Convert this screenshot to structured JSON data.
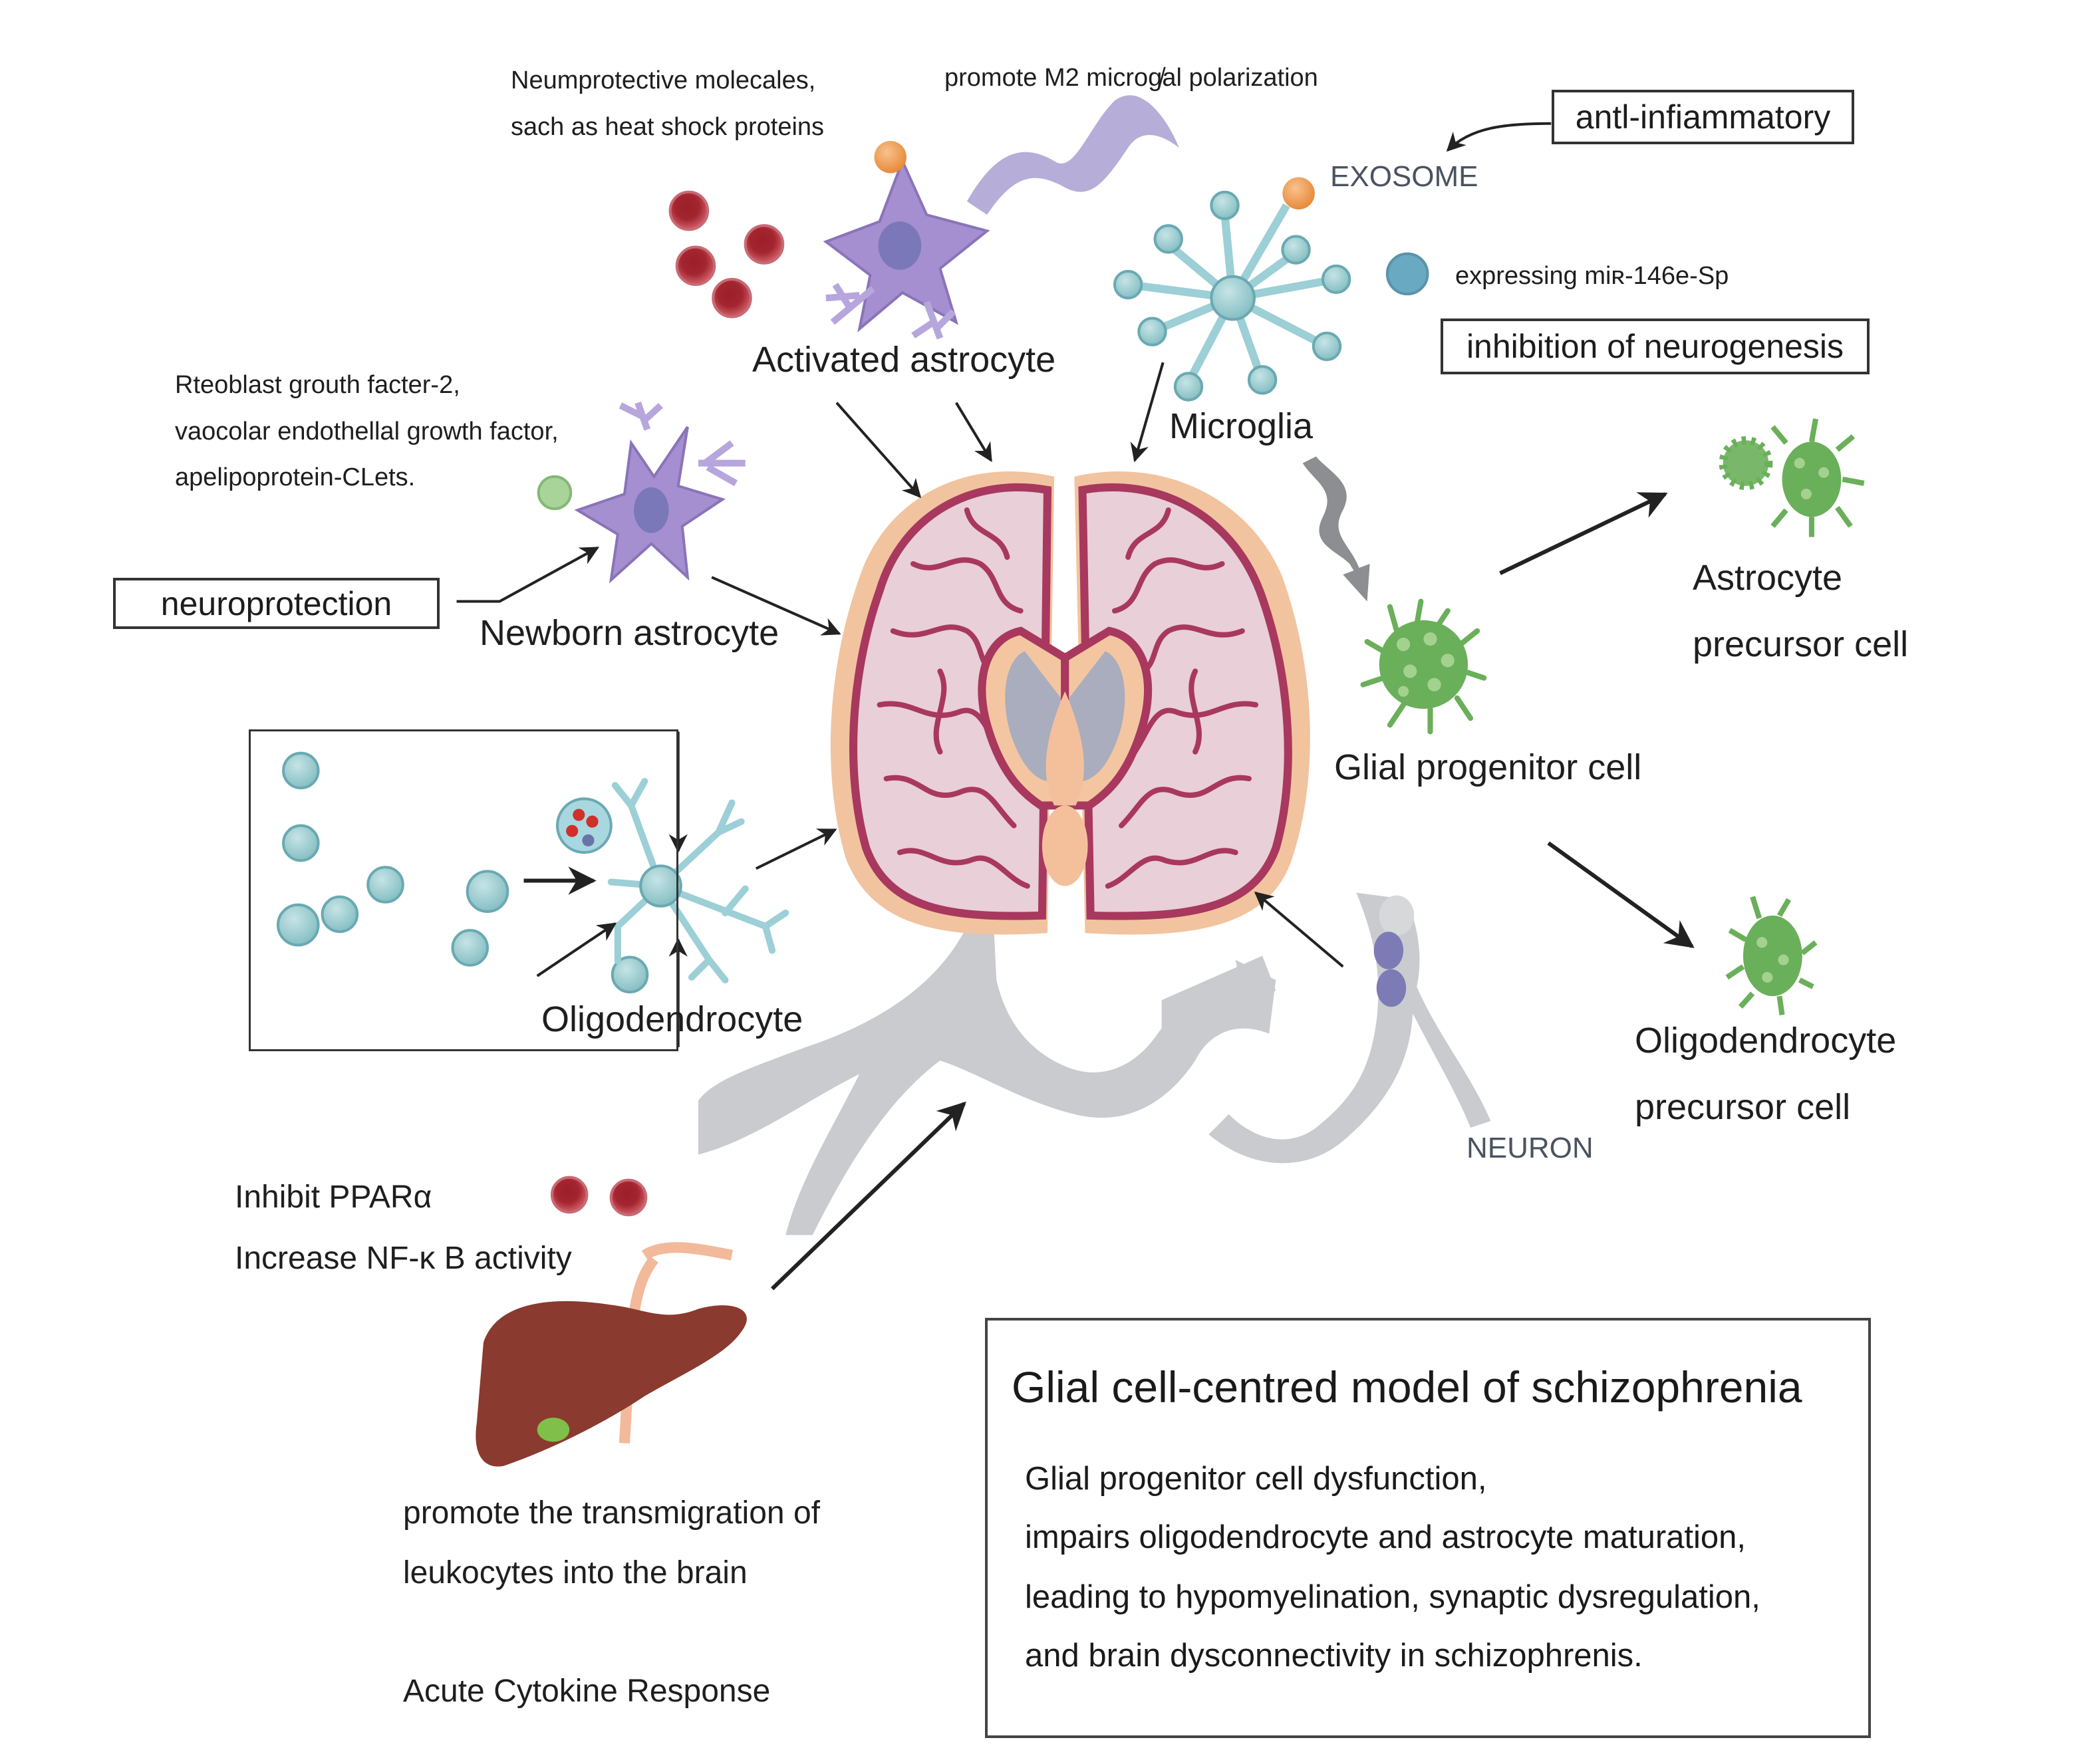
{
  "title": "Glial cell-centred model of schizophrenia",
  "annotations": {
    "neuroprotective_molecules": [
      "Neumprotective molecales,",
      "sach as heat shock proteins"
    ],
    "m2_polarization": "promote M2 microg̸al polarization",
    "anti_inflammatory": "antl-infiammatory",
    "exosome": "EXOSOME",
    "mir_expression": "expressing miʀ-146e-Sp",
    "inhibition_neurogenesis": "inhibition of neurogenesis",
    "growth_factors": [
      "Rteoblast grouth facter-2,",
      "vaocolar endothellal growth factor,",
      "apelipoprotein-CLets."
    ],
    "neuroprotection": "neuroprotection",
    "liver_effects": [
      "Inhibit PPARα",
      "Increase NF-κ B activity"
    ],
    "transmigration": [
      "promote the transmigration of",
      "leukocytes into the brain"
    ],
    "cytokine": "Acute Cytokine Response"
  },
  "cells": {
    "activated_astrocyte": "Activated astrocyte",
    "microglia": "Microglia",
    "newborn_astrocyte": "Newborn astrocyte",
    "oligodendrocyte": "Oligodendrocyte",
    "glial_progenitor": "Glial progenitor cell",
    "astrocyte_precursor": [
      "Astrocyte",
      "precursor cell"
    ],
    "oligodendrocyte_precursor": [
      "Oligodendrocyte",
      "precursor cell"
    ],
    "neuron": "NEURON"
  },
  "summary": {
    "title": "Glial cell-centred model of schizophrenia",
    "lines": [
      "Glial progenitor cell dysfunction,",
      "impairs oligodendrocyte and astrocyte maturation,",
      "leading to hypomyelination, synaptic dysregulation,",
      "and brain dysconnectivity in schizophrenis."
    ]
  },
  "colors": {
    "astrocyte": "#a58fd0",
    "microglia": "#8fcad6",
    "progenitor_green": "#6aaf5a",
    "brain_pink": "#ecd3dc",
    "brain_sulci": "#a8385e",
    "brain_rim": "#f3c6a1",
    "rbc": "#b8323f",
    "exosome_orange": "#ee9a4a",
    "neuron_grey": "#c5c7cb",
    "liver": "#8a3a2e"
  }
}
